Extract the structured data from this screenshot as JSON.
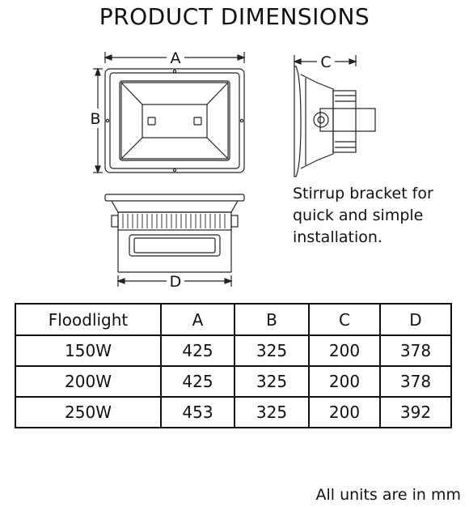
{
  "title": "PRODUCT DIMENSIONS",
  "labels": {
    "a": "A",
    "b": "B",
    "c": "C",
    "d": "D"
  },
  "caption": {
    "line1": "Stirrup bracket for",
    "line2": "quick and simple",
    "line3": "installation."
  },
  "table": {
    "headers": [
      "Floodlight",
      "A",
      "B",
      "C",
      "D"
    ],
    "rows": [
      [
        "150W",
        "425",
        "325",
        "200",
        "378"
      ],
      [
        "200W",
        "425",
        "325",
        "200",
        "378"
      ],
      [
        "250W",
        "453",
        "325",
        "200",
        "392"
      ]
    ]
  },
  "footer": "All units are in mm"
}
